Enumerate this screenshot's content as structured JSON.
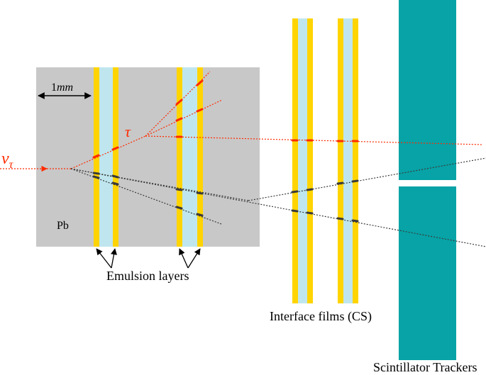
{
  "labels": {
    "neutrino_symbol": "ν",
    "neutrino_sub": "τ",
    "tau_symbol": "τ",
    "scale_value": "1",
    "scale_unit": "mm",
    "lead": "Pb",
    "emulsion_layers": "Emulsion layers",
    "interface_films": "Interface films (CS)",
    "scintillator_trackers": "Scintillator Trackers"
  },
  "colors": {
    "lead_block": "#c8c8c8",
    "emulsion": "#ffd400",
    "film_base": "#bfe6ee",
    "scintillator": "#07a3a6",
    "tau_track": "#ff2a00",
    "daughter_track": "#3a3a3a"
  }
}
